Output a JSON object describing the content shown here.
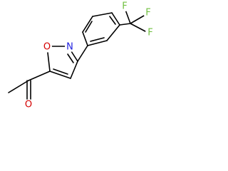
{
  "molecule": {
    "atoms": {
      "o_ketone": {
        "symbol": "O",
        "color": "#d40000"
      },
      "o_ring": {
        "symbol": "O",
        "color": "#d40000"
      },
      "n_ring": {
        "symbol": "N",
        "color": "#2020e0"
      },
      "f_top": {
        "symbol": "F",
        "color": "#70c040"
      },
      "f_right_top": {
        "symbol": "F",
        "color": "#70c040"
      },
      "f_right": {
        "symbol": "F",
        "color": "#70c040"
      }
    },
    "bond_color": "#000000"
  }
}
